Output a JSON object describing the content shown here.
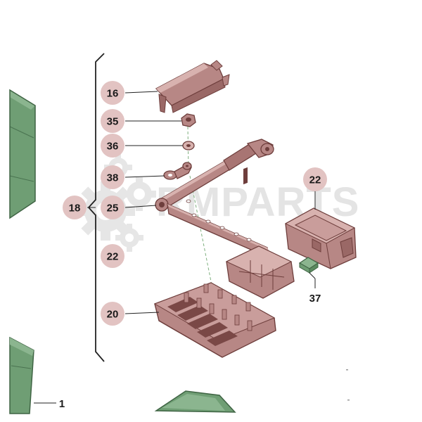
{
  "watermark": {
    "text": "RMPARTS"
  },
  "colors": {
    "part_fill": "#b78785",
    "part_dark": "#6e3e3c",
    "part_light": "#d8b2af",
    "callout_fill": "#e2c3c2",
    "frame_fill": "#6f9e74",
    "frame_dark": "#4a7350",
    "guide_line": "#7fb07f"
  },
  "callouts": {
    "c16": "16",
    "c35": "35",
    "c36": "36",
    "c38": "38",
    "c18": "18",
    "c25": "25",
    "c22a": "22",
    "c22b": "22",
    "c20": "20",
    "c37": "37",
    "c1": "1"
  }
}
